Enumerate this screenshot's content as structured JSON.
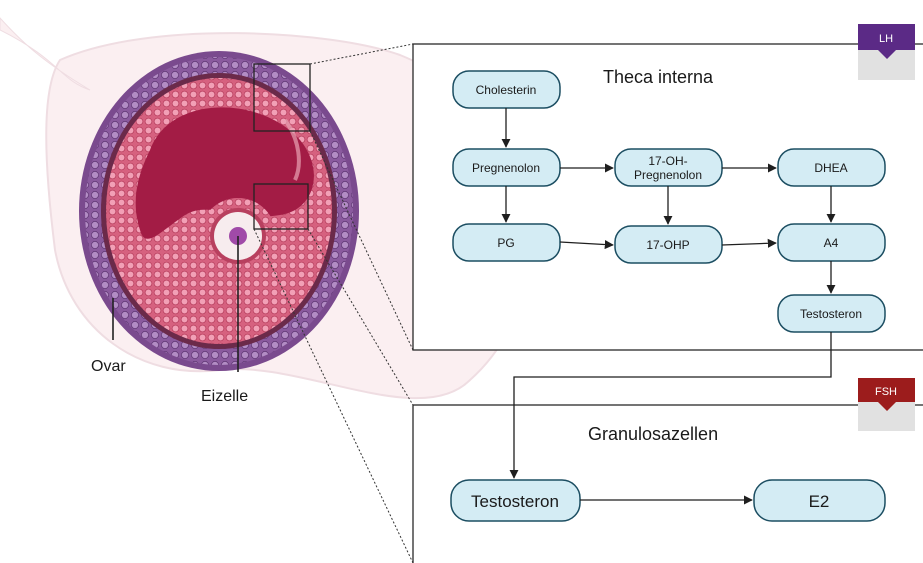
{
  "colors": {
    "node_fill": "#d4ecf4",
    "node_stroke": "#1c4e62",
    "lh_badge": "#5b2a86",
    "fsh_badge": "#9c1c1c",
    "follicle_outer": "#7a4a8e",
    "follicle_tissue": "#d05a7c",
    "antrum": "#a31c45",
    "oocyte": "#a04aa8"
  },
  "anatomy": {
    "ovary_label": "Ovar",
    "egg_label": "Eizelle"
  },
  "theca": {
    "title": "Theca interna",
    "hormone_badge": "LH",
    "nodes": {
      "cholesterin": "Cholesterin",
      "pregnenolon": "Pregnenolon",
      "oh17_pregnenolon_line1": "17-OH-",
      "oh17_pregnenolon_line2": "Pregnenolon",
      "dhea": "DHEA",
      "pg": "PG",
      "oh17p": "17-OHP",
      "a4": "A4",
      "testosteron": "Testosteron"
    }
  },
  "granulosa": {
    "title": "Granulosazellen",
    "hormone_badge": "FSH",
    "nodes": {
      "testosteron": "Testosteron",
      "e2": "E2"
    }
  }
}
